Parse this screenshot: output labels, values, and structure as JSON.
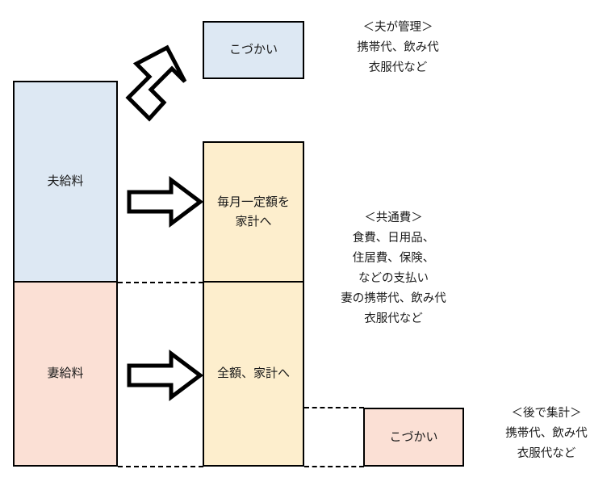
{
  "diagram": {
    "title_semantic": "household-budget-flow-diagram",
    "colors": {
      "husband_salary_fill": "#dde8f3",
      "wife_salary_fill": "#fbe0d5",
      "household_fill": "#fdeecd",
      "allowance_top_fill": "#dde8f3",
      "allowance_bottom_fill": "#fbe0d5",
      "outline": "#000000",
      "text": "#1a1a1a"
    },
    "income_bars": [
      {
        "id": "husband-salary",
        "label": "夫給料"
      },
      {
        "id": "wife-salary",
        "label": "妻給料"
      }
    ],
    "destination_boxes": [
      {
        "id": "allowance-top",
        "label": "こづかい"
      },
      {
        "id": "household-fixed",
        "label": "毎月一定額を\n家計へ"
      },
      {
        "id": "household-full",
        "label": "全額、家計へ"
      },
      {
        "id": "allowance-bottom",
        "label": "こづかい"
      }
    ],
    "notes": [
      {
        "id": "note-husband-managed",
        "heading": "＜夫が管理＞",
        "lines": [
          "携帯代、飲み代",
          "衣服代など"
        ],
        "text": "＜夫が管理＞\n携帯代、飲み代\n衣服代など"
      },
      {
        "id": "note-common-expenses",
        "heading": "＜共通費＞",
        "lines": [
          "食費、日用品、",
          "住居費、保険、",
          "などの支払い",
          "妻の携帯代、飲み代",
          "衣服代など"
        ],
        "text": "＜共通費＞\n食費、日用品、\n住居費、保険、\nなどの支払い\n妻の携帯代、飲み代\n衣服代など"
      },
      {
        "id": "note-tallied-later",
        "heading": "＜後で集計＞",
        "lines": [
          "携帯代、飲み代",
          "衣服代など"
        ],
        "text": "＜後で集計＞\n携帯代、飲み代\n衣服代など"
      }
    ],
    "arrows": [
      {
        "id": "arrow-husband-to-allowance",
        "direction": "up-right"
      },
      {
        "id": "arrow-husband-to-household",
        "direction": "right"
      },
      {
        "id": "arrow-wife-to-household",
        "direction": "right"
      }
    ]
  }
}
